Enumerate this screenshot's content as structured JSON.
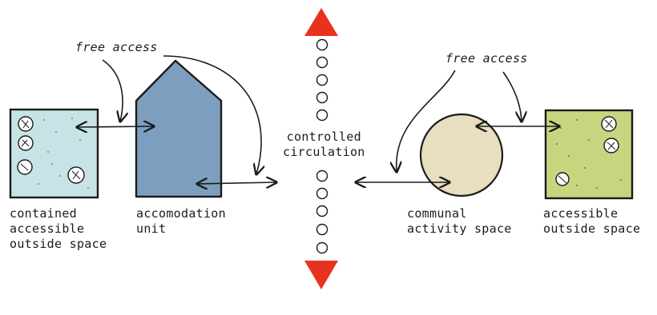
{
  "labels": {
    "free_access_left": "free access",
    "free_access_right": "free access",
    "controlled_circulation": [
      "controlled",
      "circulation"
    ],
    "contained_space": [
      "contained",
      "accessible",
      "outside space"
    ],
    "accommodation_unit": [
      "accomodation",
      "unit"
    ],
    "communal_space": [
      "communal",
      "activity space"
    ],
    "accessible_outside": [
      "accessible",
      "outside space"
    ]
  },
  "colors": {
    "contained_fill": "#c8e3e6",
    "unit_fill": "#7d9fbf",
    "communal_fill": "#e8dec0",
    "accessible_fill": "#c9d47e",
    "circulation_marker": "#e8321e",
    "ink": "#1b1b1b"
  },
  "icons": {
    "top_marker": "red-triangle-up",
    "bottom_marker": "red-triangle-down",
    "circulation_dots": "circle-outline"
  }
}
